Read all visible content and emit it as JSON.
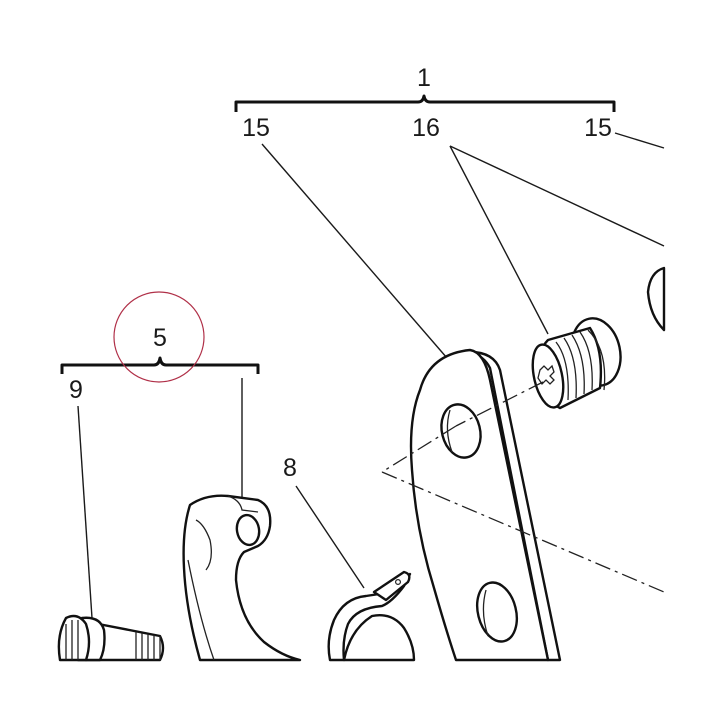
{
  "callouts": {
    "assembly_main": "1",
    "plate_left": "15",
    "bushing": "16",
    "plate_right": "15",
    "assembly_sub": "5",
    "bolt": "9",
    "clamp": "8"
  },
  "colors": {
    "ink": "#1a1a1a",
    "highlight_circle": "#b03048",
    "background": "#ffffff"
  }
}
